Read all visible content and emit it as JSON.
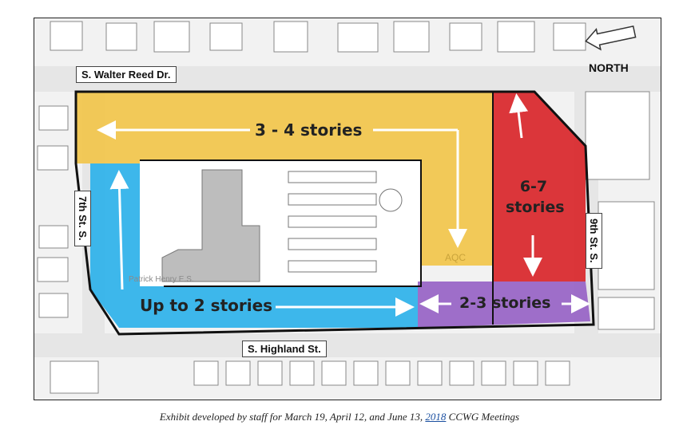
{
  "streets": {
    "north": "S. Walter Reed Dr.",
    "west": "7th St. S.",
    "east": "9th St. S.",
    "south": "S. Highland St."
  },
  "compass": {
    "label": "NORTH",
    "icon": "north-arrow-icon"
  },
  "zones": [
    {
      "id": "yellow",
      "label": "3 - 4 stories",
      "color": "#f2c447"
    },
    {
      "id": "red",
      "label_line1": "6-7",
      "label_line2": "stories",
      "color": "#d9262a"
    },
    {
      "id": "blue",
      "label": "Up to 2 stories",
      "color": "#33b3ea"
    },
    {
      "id": "purple",
      "label": "2-3 stories",
      "color": "#9966c6"
    }
  ],
  "site_labels": {
    "school": "Patrick Henry E.S.",
    "aqc": "AQC"
  },
  "caption": {
    "prefix": "Exhibit developed by staff for March 19, April 12, and June 13, ",
    "year": "2018",
    "suffix": " CCWG  Meetings"
  }
}
